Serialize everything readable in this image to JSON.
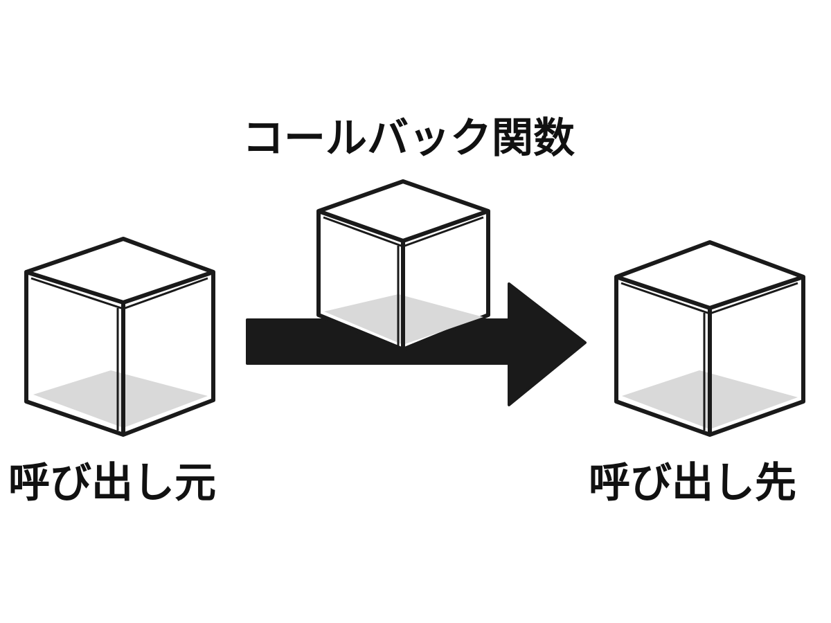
{
  "diagram": {
    "title": "コールバック関数",
    "caller_label": "呼び出し元",
    "callee_label": "呼び出し先",
    "colors": {
      "stroke": "#1a1a1a",
      "shade": "#d9d9d9",
      "arrow": "#1a1a1a"
    }
  }
}
